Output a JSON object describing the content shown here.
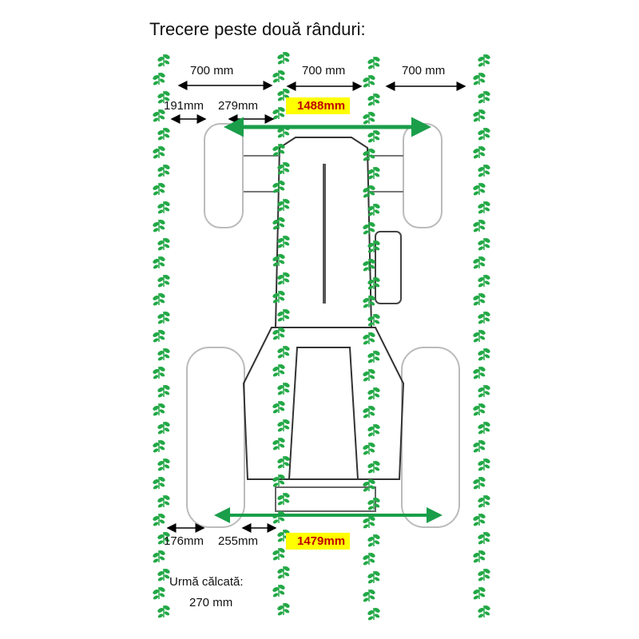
{
  "title": "Trecere peste două rânduri:",
  "row_spacing": [
    "700 mm",
    "700 mm",
    "700 mm"
  ],
  "front": {
    "left_gap": "191mm",
    "inner_gap": "279mm",
    "track": "1488mm"
  },
  "rear": {
    "left_gap": "176mm",
    "inner_gap": "255mm",
    "track": "1479mm"
  },
  "footprint": {
    "label": "Urmă călcată:",
    "value": "270 mm"
  },
  "colors": {
    "plant": "#22a846",
    "track_arrow": "#1a9e4a",
    "highlight": "#ffff00",
    "highlight_text": "#c00000"
  }
}
